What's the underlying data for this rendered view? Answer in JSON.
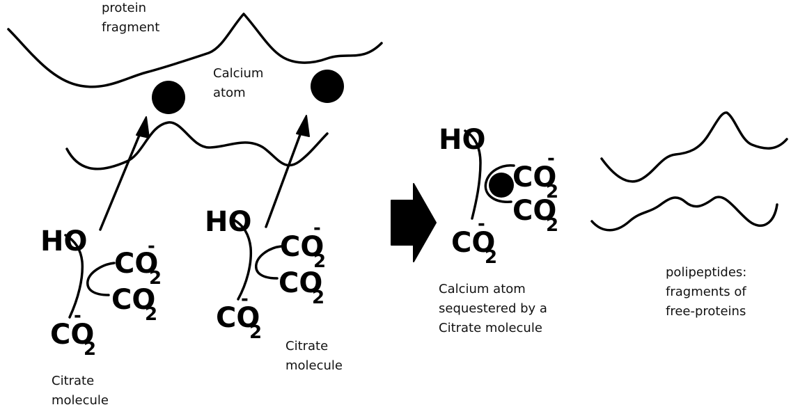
{
  "labels": {
    "protein_fragment": [
      "protein",
      "fragment"
    ],
    "calcium_atom": [
      "Calcium",
      "atom"
    ],
    "citrate_left": [
      "Citrate",
      "molecule"
    ],
    "citrate_right": [
      "Citrate",
      "molecule"
    ],
    "sequestered": [
      "Calcium atom",
      "sequestered by a",
      "Citrate molecule"
    ],
    "polipeptides": [
      "polipeptides:",
      "fragments of",
      "free-proteins"
    ]
  },
  "chem": {
    "ho": "HO",
    "co": "CO",
    "sub": "2",
    "minus": "-"
  },
  "colors": {
    "ink": "#000000",
    "background": "#ffffff"
  }
}
